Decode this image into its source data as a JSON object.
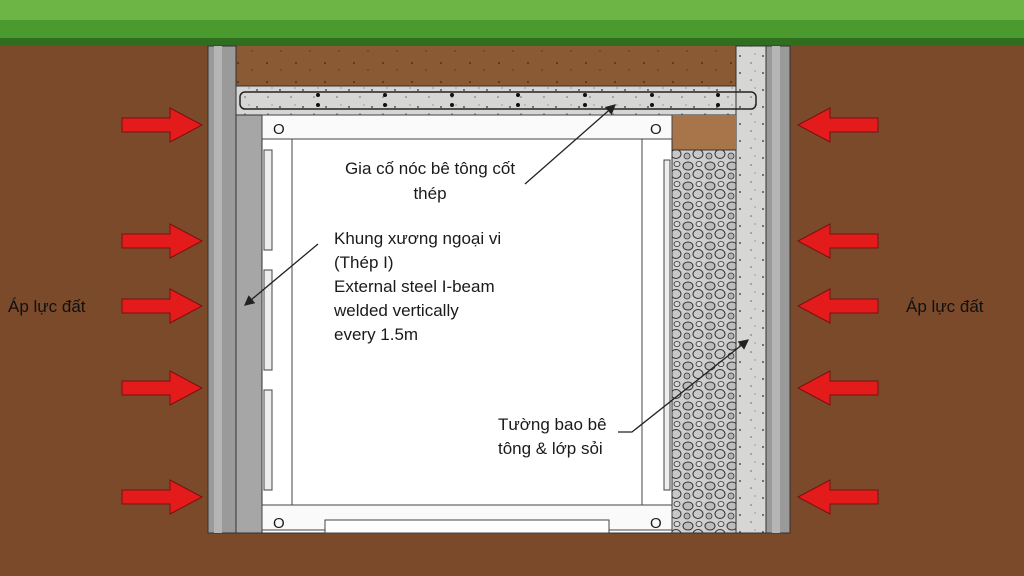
{
  "labels": {
    "earth_pressure_left": "Áp lực đất",
    "earth_pressure_right": "Áp lực đất",
    "roof": [
      "Gia cố nóc bê tông cốt",
      "thép"
    ],
    "frame": [
      "Khung xương ngoại vi",
      "(Thép I)",
      "External steel I-beam",
      "welded vertically",
      "every 1.5m"
    ],
    "wall": [
      "Tường bao bê",
      "tông & lớp sỏi"
    ],
    "corner_mark": "O"
  },
  "colors": {
    "soil": "#7a4a2b",
    "topsoil": "#8a5a34",
    "grass": "#3f8a2a",
    "arrow": "#e41b1b",
    "steel": "#9a9a9a",
    "concrete": "#d6d6d4",
    "container": "#ffffff"
  }
}
